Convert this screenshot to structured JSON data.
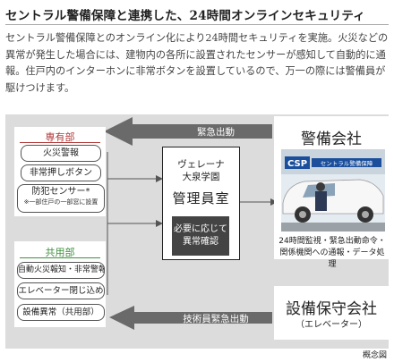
{
  "title": "セントラル警備保障と連携した、24時間オンラインセキュリティ",
  "description": "セントラル警備保障とのオンライン化により24時間セキュリティを実施。火災などの異常が発生した場合には、建物内の各所に設置されたセンサーが感知して自動的に通報。住戸内のインターホンに非常ボタンを設置しているので、万一の際には警備員が駆けつけます。",
  "diagram": {
    "private_area": {
      "heading": "専有部",
      "items": [
        "火災警報",
        "非常押しボタン",
        "防犯センサー*"
      ],
      "note": "※一部住戸の一部窓に設置"
    },
    "common_area": {
      "heading": "共用部",
      "items": [
        "自動火災報知・非常警報",
        "エレベーター閉じ込め",
        "設備異常（共用部）"
      ]
    },
    "center": {
      "name_line1": "ヴェレーナ",
      "name_line2": "大泉学園",
      "title": "管理員室",
      "box_line1": "必要に応じて",
      "box_line2": "異常確認"
    },
    "security_company": {
      "name": "警備会社",
      "photo_logo": "CSP",
      "photo_banner": "セントラル警備保障",
      "caption": "24時間監視・緊急出動命令・関係機関への通報・データ処理"
    },
    "maintenance_company": {
      "name": "設備保守会社",
      "sub": "（エレベーター）"
    },
    "arrows": {
      "top": "緊急出動",
      "bottom": "技術員緊急出動"
    },
    "footnote": "概念図"
  },
  "colors": {
    "panel": "#dcdcdc",
    "arrow": "#6a6a6a",
    "accent_red": "#b03a3a",
    "accent_green": "#3f8f3f",
    "dark_box": "#444444"
  }
}
